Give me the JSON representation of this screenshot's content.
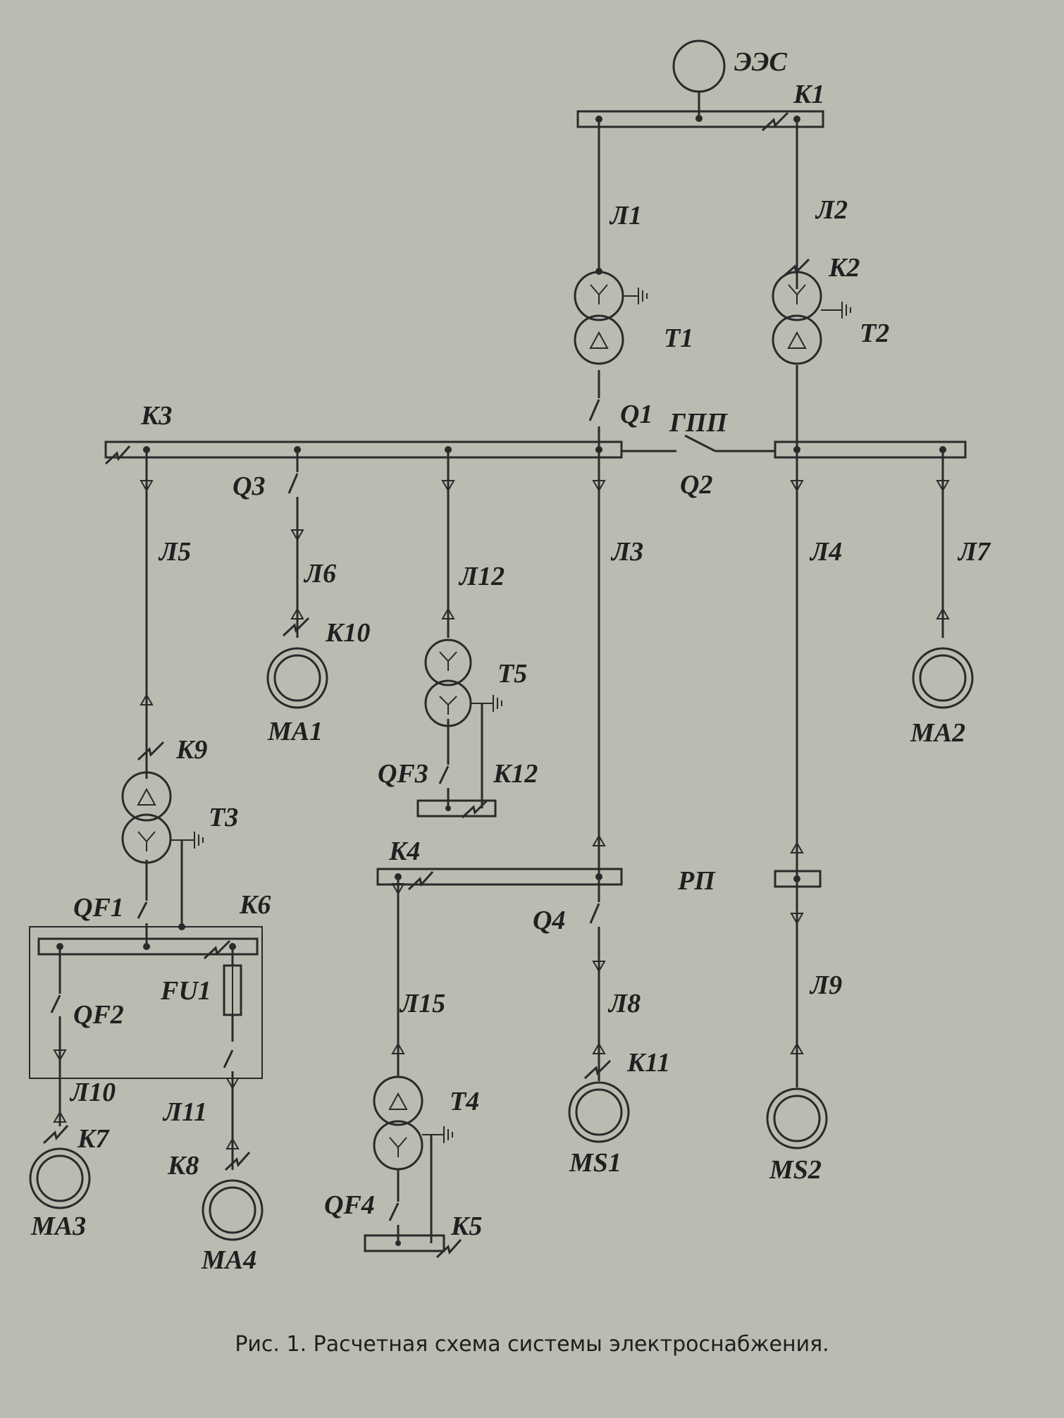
{
  "caption": "Рис. 1. Расчетная схема системы электроснабжения.",
  "labels": {
    "ees": "ЭЭС",
    "K1": "K1",
    "K2": "K2",
    "K3": "K3",
    "K4": "K4",
    "K5": "K5",
    "K6": "K6",
    "K7": "K7",
    "K8": "K8",
    "K9": "K9",
    "K10": "K10",
    "K11": "K11",
    "K12": "K12",
    "L1": "Л1",
    "L2": "Л2",
    "L3": "Л3",
    "L4": "Л4",
    "L5": "Л5",
    "L6": "Л6",
    "L7": "Л7",
    "L8": "Л8",
    "L9": "Л9",
    "L10": "Л10",
    "L11": "Л11",
    "L12": "Л12",
    "L15": "Л15",
    "T1": "T1",
    "T2": "T2",
    "T3": "T3",
    "T4": "T4",
    "T5": "T5",
    "Q1": "Q1",
    "Q2": "Q2",
    "Q3": "Q3",
    "Q4": "Q4",
    "QF1": "QF1",
    "QF2": "QF2",
    "QF3": "QF3",
    "QF4": "QF4",
    "FU1": "FU1",
    "gpp": "ГПП",
    "rp": "РП",
    "MA1": "MA1",
    "MA2": "MA2",
    "MA3": "MA3",
    "MA4": "MA4",
    "MS1": "MS1",
    "MS2": "MS2"
  }
}
